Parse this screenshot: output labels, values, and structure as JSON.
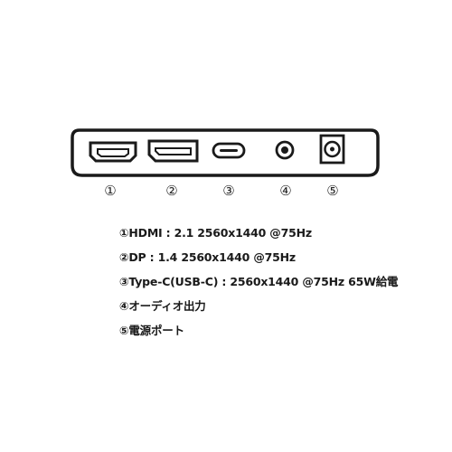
{
  "ports": [
    {
      "marker": "①",
      "icon": "hdmi-port-icon"
    },
    {
      "marker": "②",
      "icon": "displayport-icon"
    },
    {
      "marker": "③",
      "icon": "usb-c-port-icon"
    },
    {
      "marker": "④",
      "icon": "audio-jack-icon"
    },
    {
      "marker": "⑤",
      "icon": "dc-power-port-icon"
    }
  ],
  "specs": [
    "①HDMI : 2.1 2560x1440 @75Hz",
    "②DP : 1.4 2560x1440 @75Hz",
    "③Type-C(USB-C) : 2560x1440 @75Hz 65W給電",
    "④オーディオ出力",
    "⑤電源ポート"
  ],
  "colors": {
    "outline": "#1a1a1a",
    "background": "#ffffff"
  }
}
